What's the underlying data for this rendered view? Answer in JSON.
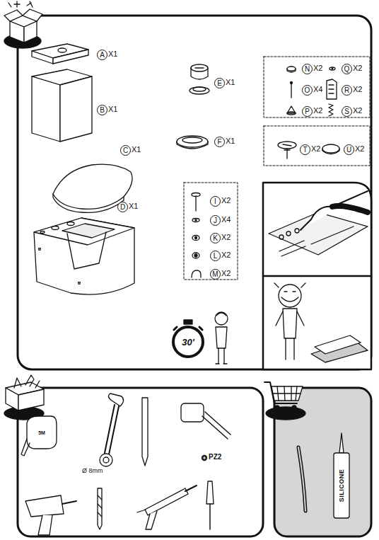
{
  "diagram": {
    "labels": [
      "A",
      "X1",
      "B",
      "X1",
      "C",
      "X1",
      "D",
      "X1",
      "E",
      "X1",
      "F",
      "X1",
      "I",
      "X2",
      "J",
      "X4",
      "K",
      "X2",
      "L",
      "X2",
      "M",
      "X2",
      "N",
      "X2",
      "Q",
      "X2",
      "O",
      "X4",
      "R",
      "X2",
      "P",
      "X2",
      "S",
      "X2",
      "T",
      "X2",
      "U",
      "X2",
      "30'",
      "5M",
      "Ø 8mm",
      "PZ2",
      "SILICONE"
    ]
  }
}
